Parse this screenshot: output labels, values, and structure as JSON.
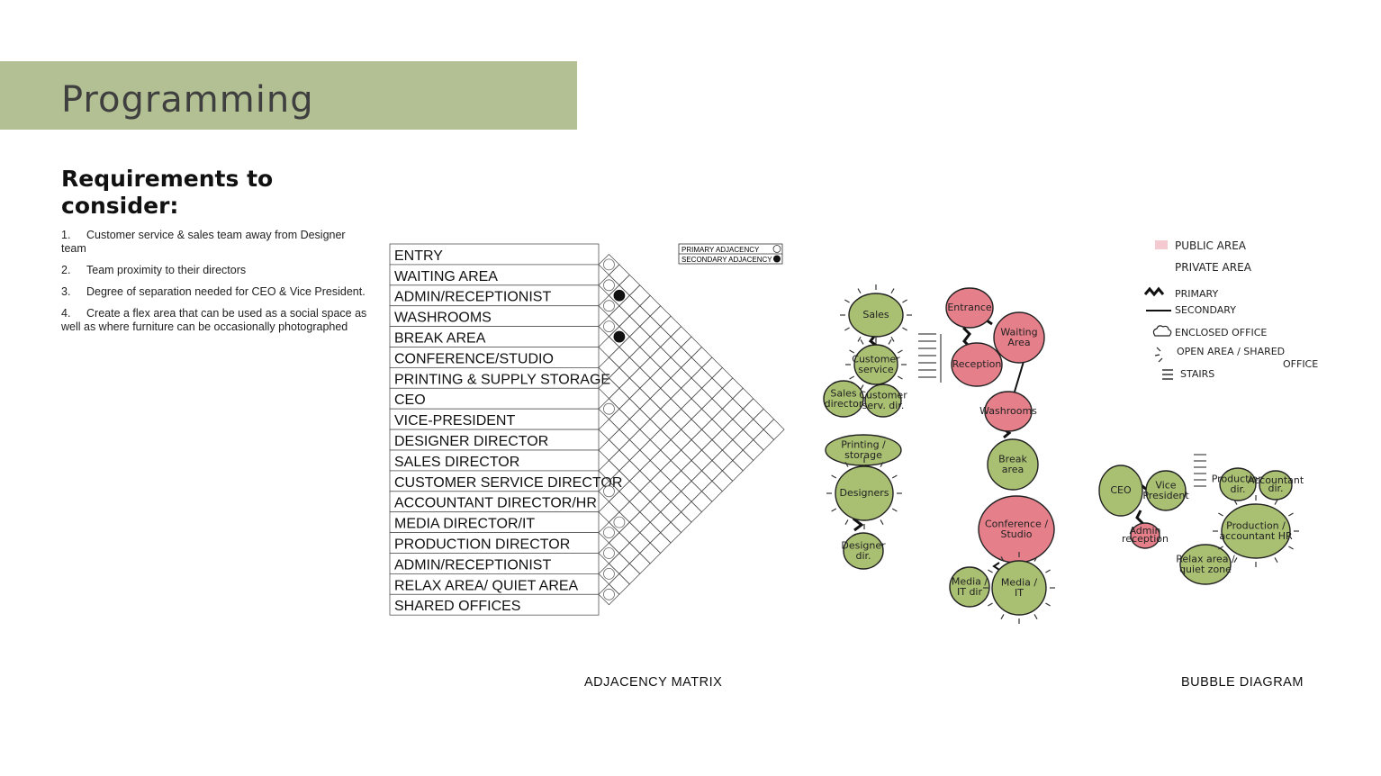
{
  "page": {
    "title": "Programming"
  },
  "requirements": {
    "heading": "Requirements to consider:",
    "items": [
      {
        "num": "1.",
        "text": "Customer service & sales team away from Designer team"
      },
      {
        "num": "2.",
        "text": "Team proximity to their directors"
      },
      {
        "num": "3.",
        "text": "Degree of separation needed for CEO & Vice President."
      },
      {
        "num": "4.",
        "text": "Create a flex area that can be used as a social space as well as where furniture can be occasionally photographed"
      }
    ]
  },
  "matrix": {
    "caption": "ADJACENCY MATRIX",
    "legend": {
      "primary": "PRIMARY ADJACENCY",
      "secondary": "SECONDARY ADJACENCY"
    },
    "rows": [
      "ENTRY",
      "WAITING AREA",
      "ADMIN/RECEPTIONIST",
      "WASHROOMS",
      "BREAK AREA",
      "CONFERENCE/STUDIO",
      "PRINTING & SUPPLY STORAGE",
      "CEO",
      "VICE-PRESIDENT",
      "DESIGNER DIRECTOR",
      "SALES DIRECTOR",
      "CUSTOMER SERVICE DIRECTOR",
      "ACCOUNTANT DIRECTOR/HR",
      "MEDIA DIRECTOR/IT",
      "PRODUCTION DIRECTOR",
      "ADMIN/RECEPTIONIST",
      "RELAX AREA/ QUIET AREA",
      "SHARED OFFICES"
    ],
    "primary_pairs": [
      [
        0,
        1
      ],
      [
        1,
        2
      ],
      [
        2,
        3
      ],
      [
        3,
        4
      ],
      [
        7,
        8
      ],
      [
        11,
        12
      ],
      [
        13,
        14
      ],
      [
        12,
        14
      ],
      [
        14,
        15
      ],
      [
        15,
        16
      ],
      [
        16,
        17
      ]
    ],
    "secondary_pairs": [
      [
        1,
        3
      ],
      [
        3,
        5
      ]
    ]
  },
  "bubbles": {
    "caption": "BUBBLE DIAGRAM",
    "legend": {
      "public": "PUBLIC AREA",
      "private": "PRIVATE AREA",
      "primary": "PRIMARY",
      "secondary": "SECONDARY",
      "enclosed": "ENCLOSED OFFICE",
      "open": "OPEN AREA / SHARED",
      "open2": "OFFICE",
      "stairs": "STAIRS"
    },
    "labels": {
      "sales": "Sales",
      "customer_service": "Customer service",
      "sales_director": "Sales director",
      "customer_serv_dir": "Customer serv. dir.",
      "printing": "Printing / storage",
      "designers": "Designers",
      "designer_dir": "Designer dir.",
      "entrance": "Entrance",
      "waiting": "Waiting Area",
      "reception": "Reception",
      "washrooms": "Washrooms",
      "break": "Break area",
      "conference": "Conference / Studio",
      "media_dir": "Media / IT dir",
      "media_it": "Media / IT",
      "ceo": "CEO",
      "vp": "Vice President",
      "admin": "Admin reception",
      "relax": "Relax area / quiet zone",
      "production_dir": "Production dir.",
      "accountant": "Accountant dir.",
      "production": "Production / accountant HR"
    },
    "colors": {
      "private": "#a9bf72",
      "public": "#e57f8a"
    }
  }
}
